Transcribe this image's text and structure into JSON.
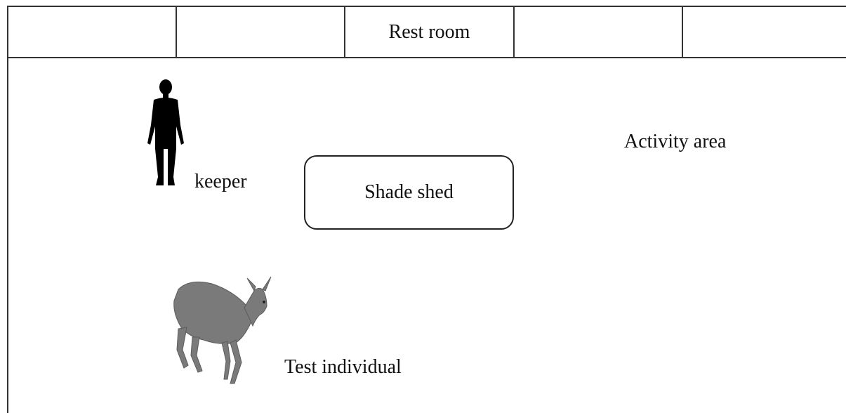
{
  "rooms": [
    {
      "label": ""
    },
    {
      "label": ""
    },
    {
      "label": "Rest room"
    },
    {
      "label": ""
    },
    {
      "label": ""
    }
  ],
  "labels": {
    "keeper": "keeper",
    "activity_area": "Activity area",
    "shade_shed": "Shade shed",
    "test_individual": "Test individual"
  },
  "icons": {
    "keeper": "person-silhouette-icon",
    "deer": "deer-icon"
  }
}
